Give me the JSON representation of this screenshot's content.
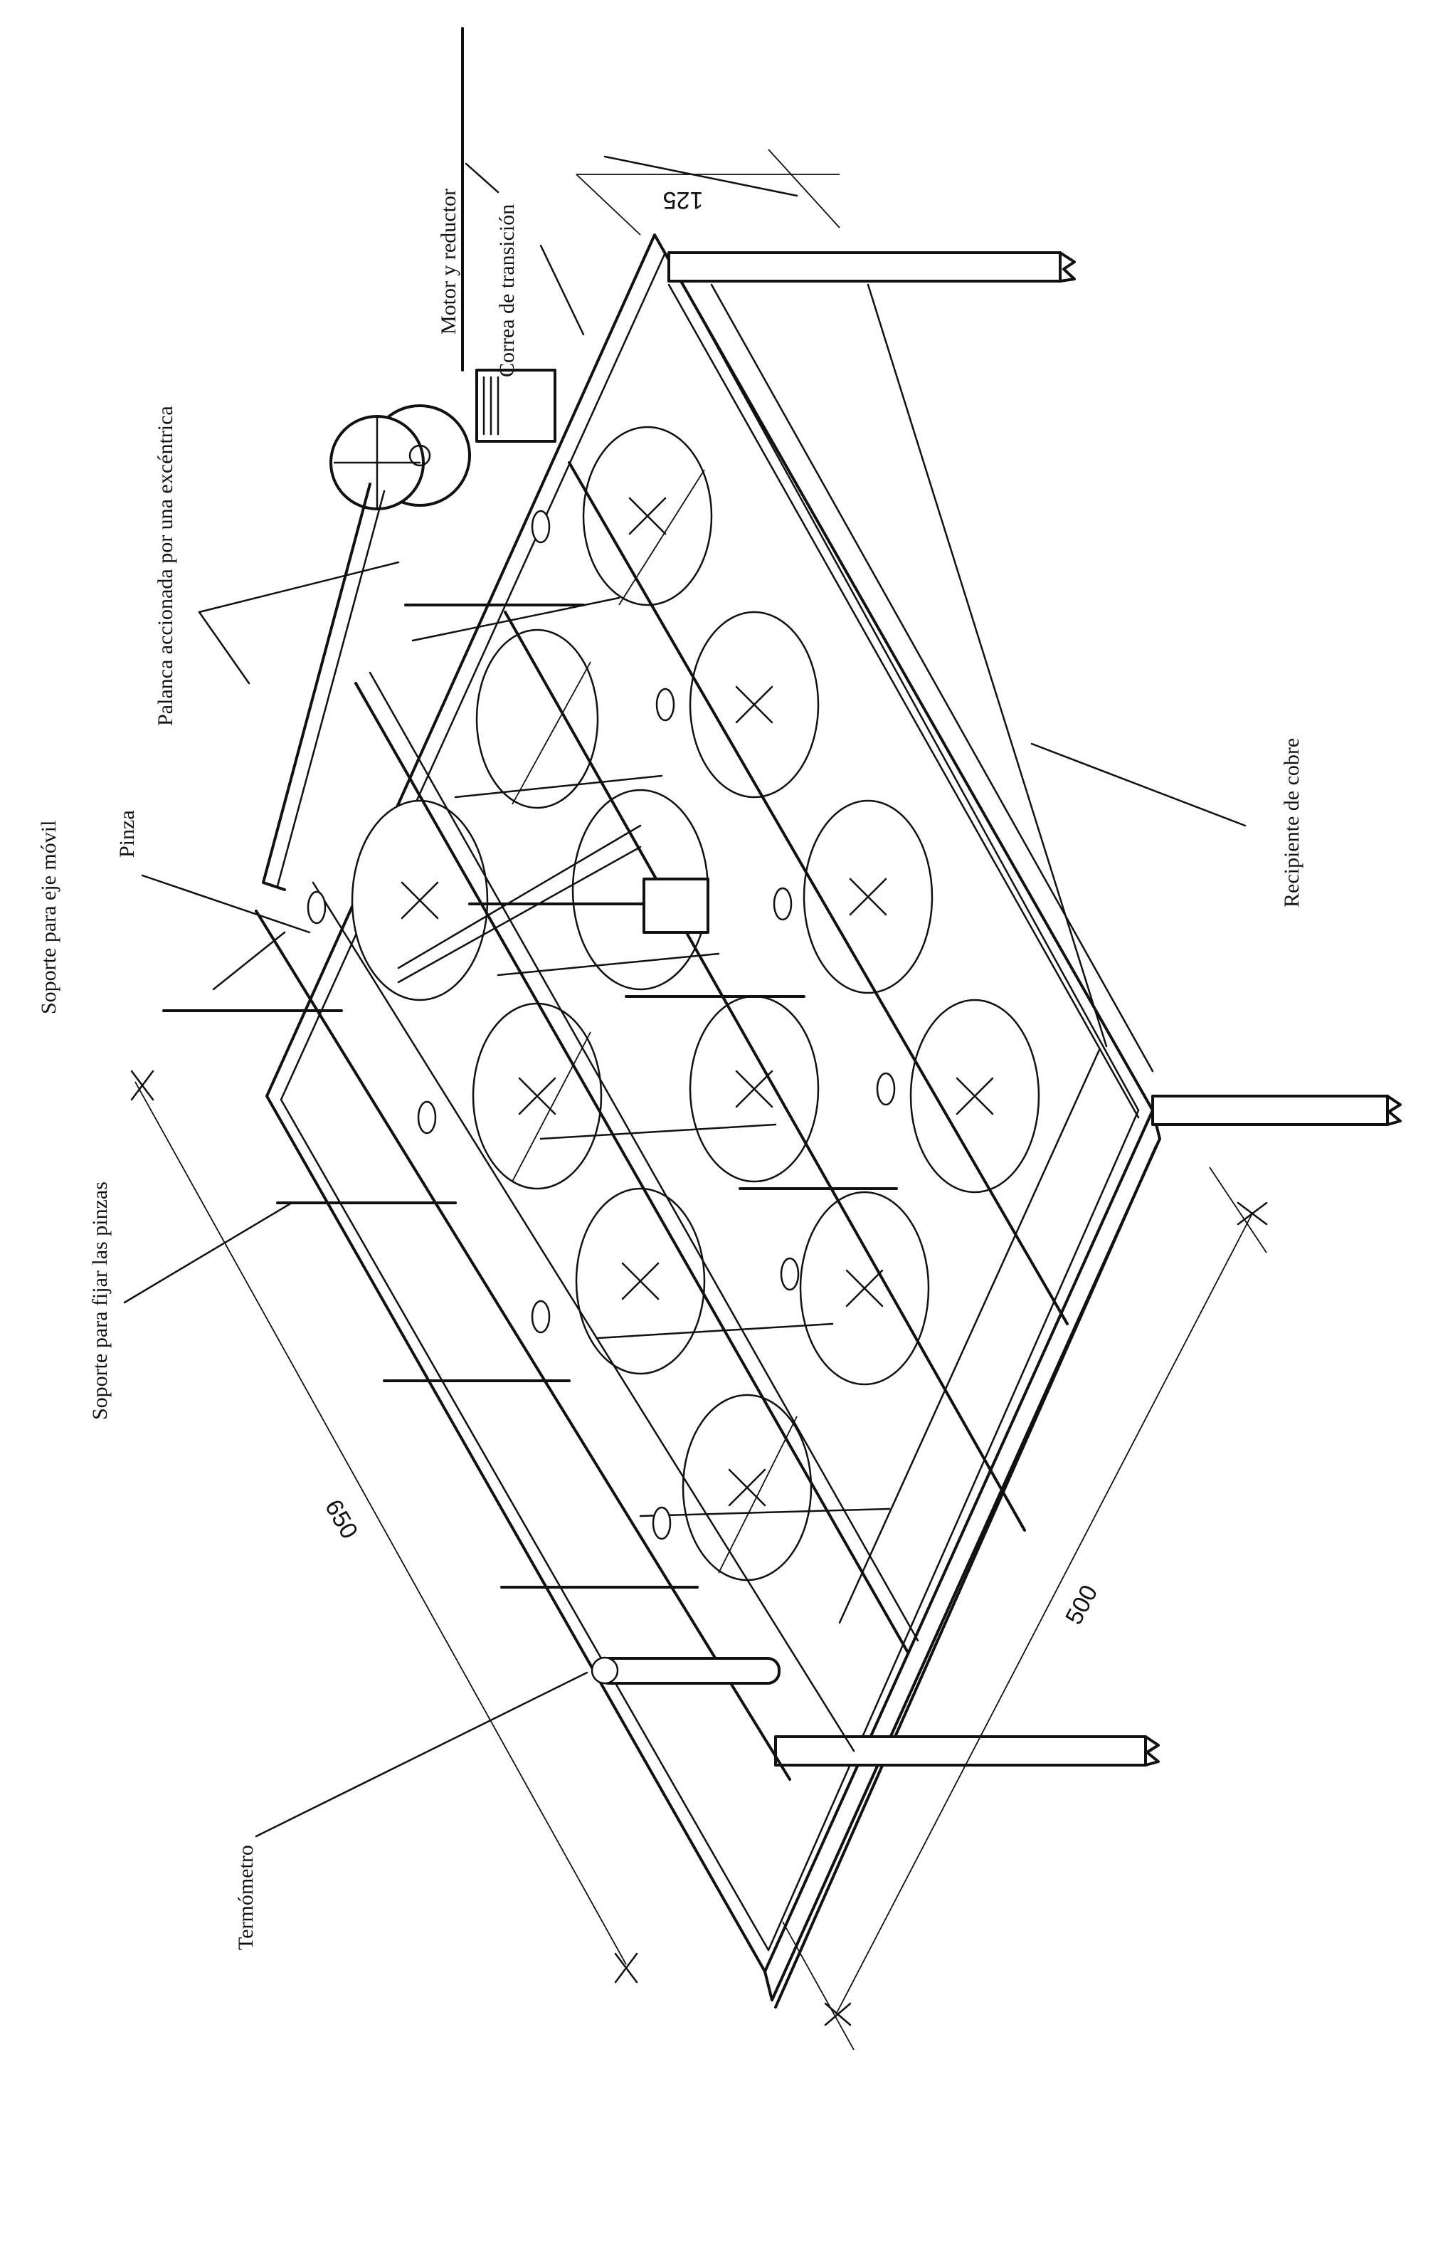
{
  "labels": {
    "motor": "Motor y reductor",
    "correa": "Correa de transición",
    "palanca": "Palanca accionada por una excéntrica",
    "soporte_eje": "Soporte para eje móvil",
    "pinza": "Pinza",
    "soporte_pinzas": "Soporte para fijar las pinzas",
    "termometro": "Termómetro",
    "recipiente": "Recipiente de cobre"
  },
  "dimensions": {
    "height": "125",
    "length": "650",
    "width": "500"
  },
  "colors": {
    "ink": "#111111",
    "paper": "#ffffff"
  }
}
